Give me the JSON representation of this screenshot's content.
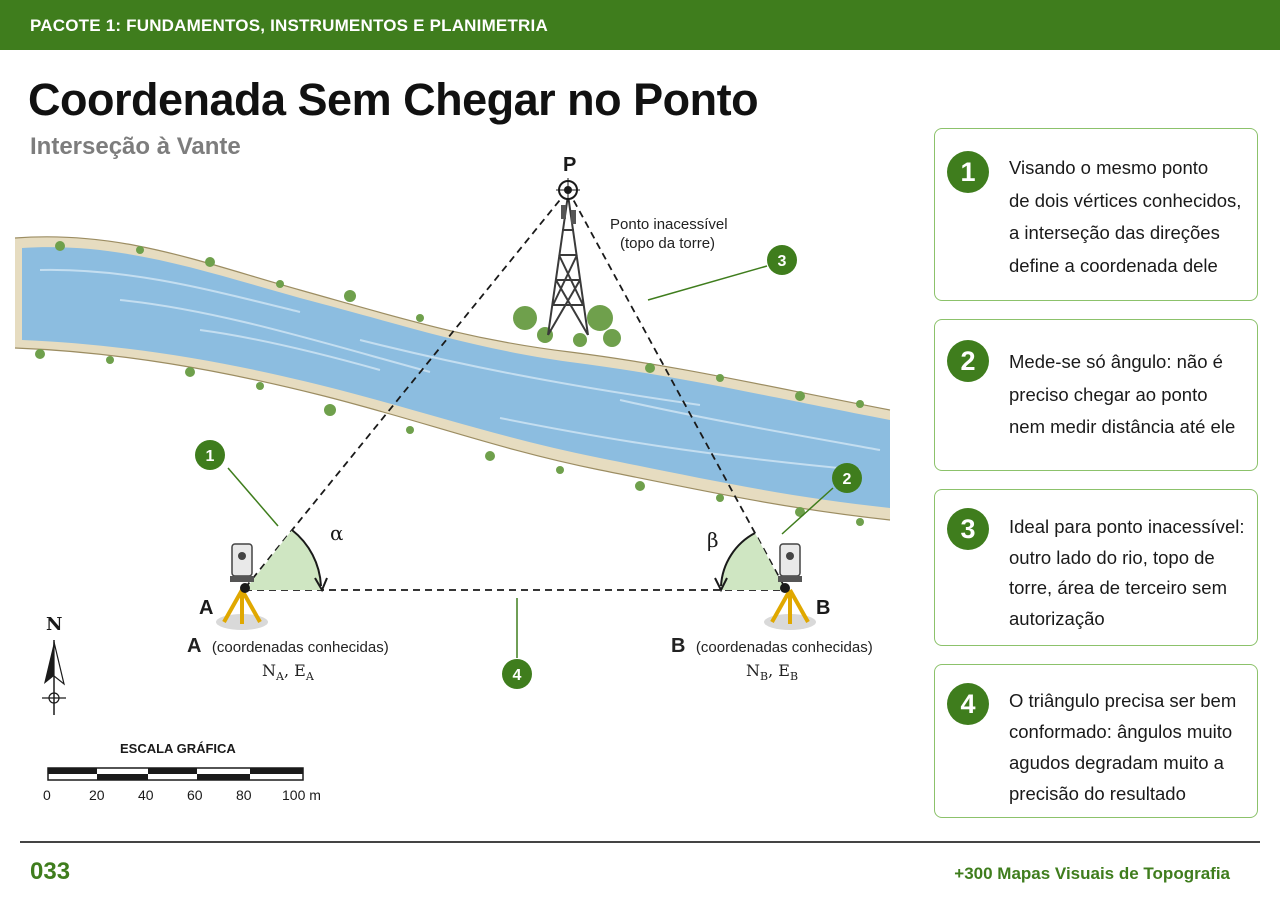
{
  "header": {
    "section": "PACOTE 1: FUNDAMENTOS, INSTRUMENTOS E PLANIMETRIA"
  },
  "title": "Coordenada Sem Chegar no Ponto",
  "subtitle": "Interseção à Vante",
  "diagram": {
    "point_p": "P",
    "p_caption_1": "Ponto inacessível",
    "p_caption_2": "(topo da torre)",
    "point_a": "A",
    "point_b": "B",
    "a_letter": "A",
    "a_caption": "(coordenadas conhecidas)",
    "a_coord_n": "N",
    "a_coord_e": "E",
    "a_sub": "A",
    "b_letter": "B",
    "b_caption": "(coordenadas conhecidas)",
    "b_coord_n": "N",
    "b_coord_e": "E",
    "b_sub": "B",
    "alpha": "α",
    "beta": "β",
    "callouts": [
      "1",
      "2",
      "3",
      "4"
    ],
    "north": "N",
    "scale_title": "ESCALA GRÁFICA",
    "scale_ticks": [
      "0",
      "20",
      "40",
      "60",
      "80",
      "100 m"
    ],
    "colors": {
      "green": "#3f7d1d",
      "water": "#8cbde0",
      "angle_fill": "#cfe6c2"
    }
  },
  "notes": [
    {
      "num": "1",
      "lines": [
        "Visando o mesmo ponto",
        "de dois vértices conhecidos,",
        "a interseção das direções",
        "define a coordenada dele"
      ]
    },
    {
      "num": "2",
      "lines": [
        "Mede-se só ângulo: não é",
        "preciso chegar ao ponto",
        "nem medir distância até ele"
      ]
    },
    {
      "num": "3",
      "lines": [
        "Ideal para ponto inacessível:",
        "outro lado do rio, topo de",
        "torre, área de terceiro sem",
        "autorização"
      ]
    },
    {
      "num": "4",
      "lines": [
        "O triângulo precisa ser bem",
        "conformado: ângulos muito",
        "agudos degradam muito a",
        "precisão do resultado"
      ]
    }
  ],
  "footer": {
    "page": "033",
    "book": "+300 Mapas Visuais de Topografia"
  }
}
